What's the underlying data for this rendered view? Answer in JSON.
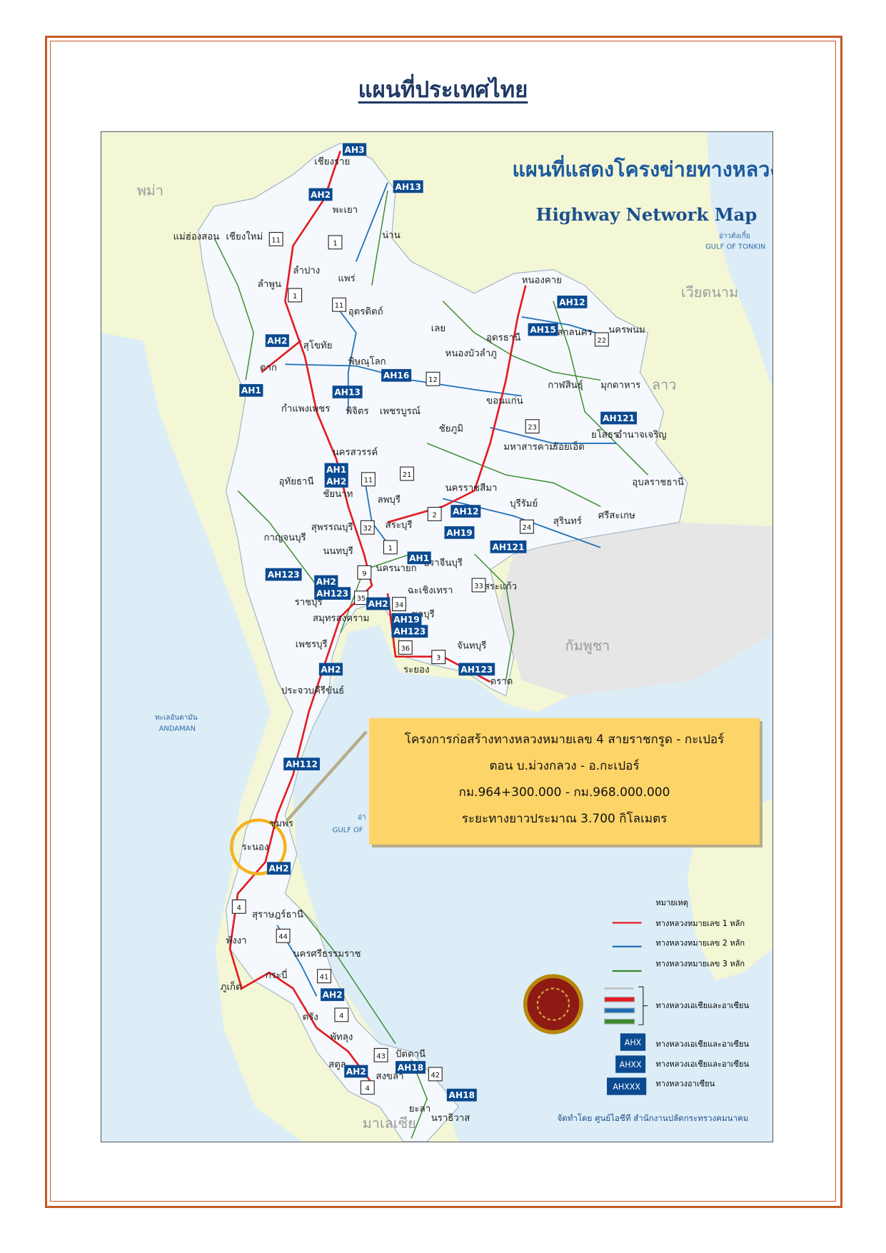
{
  "page": {
    "title": "แผนที่ประเทศไทย"
  },
  "map": {
    "title_th": "แผนที่แสดงโครงข่ายทางหลวง",
    "title_en": "Highway Network Map",
    "colors": {
      "sea": "#dcedf7",
      "land_neighbor": "#f3f7d6",
      "thailand": "#f5f8fc",
      "cambodia": "#e6e6e6",
      "route_1digit": "#e31b23",
      "route_2digit": "#1e6fb8",
      "route_3digit": "#3a8a2a",
      "badge": "#0b4a91",
      "highlight_circle": "#f5b21a"
    },
    "countries": [
      "พม่า",
      "ลาว",
      "เวียดนาม",
      "กัมพูชา",
      "มาเลเซีย"
    ],
    "seas": [
      "ทะเลอันดามัน",
      "ANDAMAN",
      "อ่าวตังเกี๋ย",
      "GULF OF TONKIN",
      "อ่า",
      "GULF OF"
    ],
    "places": [
      "เชียงราย",
      "พะเยา",
      "น่าน",
      "แม่ฮ่องสอน",
      "เชียงใหม่",
      "ลำปาง",
      "ลำพูน",
      "แพร่",
      "อุตรดิตถ์",
      "สุโขทัย",
      "พิษณุโลก",
      "ตาก",
      "กำแพงเพชร",
      "พิจิตร",
      "เพชรบูรณ์",
      "นครสวรรค์",
      "อุทัยธานี",
      "ชัยนาท",
      "ลพบุรี",
      "สระบุรี",
      "สุพรรณบุรี",
      "กาญจนบุรี",
      "นนทบุรี",
      "นครนายก",
      "ปราจีนบุรี",
      "ราชบุรี",
      "สมุทรสงคราม",
      "ฉะเชิงเทรา",
      "ชลบุรี",
      "เพชรบุรี",
      "ระยอง",
      "จันทบุรี",
      "ตราด",
      "ประจวบคีรีขันธ์",
      "สระแก้ว",
      "หนองคาย",
      "เลย",
      "อุดรธานี",
      "สกลนคร",
      "นครพนม",
      "หนองบัวลำภู",
      "กาฬสินธุ์",
      "มุกดาหาร",
      "ขอนแก่น",
      "ชัยภูมิ",
      "มหาสารคาม",
      "ร้อยเอ็ด",
      "ยโสธร",
      "อำนาจเจริญ",
      "อุบลราชธานี",
      "นครราชสีมา",
      "บุรีรัมย์",
      "สุรินทร์",
      "ศรีสะเกษ",
      "ชุมพร",
      "ระนอง",
      "สุราษฎร์ธานี",
      "พังงา",
      "นครศรีธรรมราช",
      "กระบี่",
      "ภูเก็ต",
      "ตรัง",
      "พัทลุง",
      "ปัตตานี",
      "สตูล",
      "สงขลา",
      "ยะลา",
      "นราธิวาส"
    ],
    "asian_highways": [
      "AH3",
      "AH2",
      "AH13",
      "AH12",
      "AH15",
      "AH2",
      "AH1",
      "AH16",
      "AH13",
      "AH121",
      "AH1",
      "AH2",
      "AH12",
      "AH19",
      "AH121",
      "AH1",
      "AH123",
      "AH2",
      "AH123",
      "AH2",
      "AH19",
      "AH123",
      "AH123",
      "AH2",
      "AH112",
      "AH2",
      "AH2",
      "AH2",
      "AH18",
      "AH18"
    ],
    "route_numbers": [
      "11",
      "1",
      "1",
      "11",
      "22",
      "12",
      "23",
      "21",
      "11",
      "2",
      "32",
      "24",
      "1",
      "9",
      "35",
      "34",
      "33",
      "36",
      "3",
      "4",
      "44",
      "41",
      "4",
      "43",
      "42",
      "4"
    ],
    "legend": {
      "title": "หมายเหตุ",
      "items": [
        "ทางหลวงหมายเลข  1 หลัก",
        "ทางหลวงหมายเลข  2 หลัก",
        "ทางหลวงหมายเลข  3 หลัก",
        "ทางหลวงเอเชียและอาเซียน"
      ],
      "badges": [
        {
          "code": "AHX",
          "label": "ทางหลวงเอเชียและอาเซียน"
        },
        {
          "code": "AHXX",
          "label": "ทางหลวงเอเชียและอาเซียน"
        },
        {
          "code": "AHXXX",
          "label": "ทางหลวงอาเซียน"
        }
      ]
    },
    "credit": "จัดทำโดย ศูนย์ไอซีที สำนักงานปลัดกระทรวงคมนาคม"
  },
  "callout": {
    "line1": "โครงการก่อสร้างทางหลวงหมายเลข 4  สายราชกรูด - กะเปอร์",
    "line2": "ตอน บ.ม่วงกลวง - อ.กะเปอร์",
    "line3": "กม.964+300.000 - กม.968.000.000",
    "line4": "ระยะทางยาวประมาณ 3.700 กิโลเมตร"
  }
}
